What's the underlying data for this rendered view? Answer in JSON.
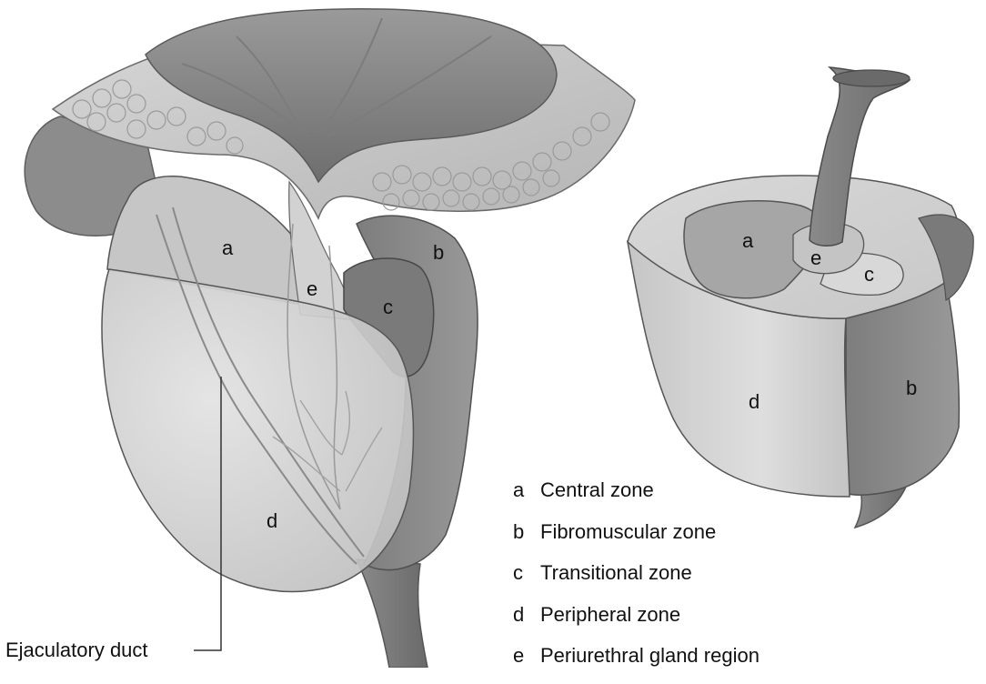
{
  "left_view": {
    "labels": {
      "a": "a",
      "b": "b",
      "c": "c",
      "d": "d",
      "e": "e"
    }
  },
  "right_view": {
    "labels": {
      "a": "a",
      "b": "b",
      "c": "c",
      "d": "d",
      "e": "e"
    }
  },
  "callout": {
    "ejaculatory_duct": "Ejaculatory duct"
  },
  "legend": [
    {
      "key": "a",
      "text": "Central zone"
    },
    {
      "key": "b",
      "text": "Fibromuscular zone"
    },
    {
      "key": "c",
      "text": "Transitional zone"
    },
    {
      "key": "d",
      "text": "Peripheral zone"
    },
    {
      "key": "e",
      "text": "Periurethral gland region"
    }
  ]
}
